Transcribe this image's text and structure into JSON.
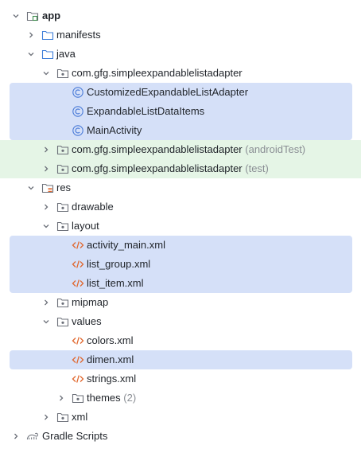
{
  "tree": {
    "app": "app",
    "manifests": "manifests",
    "java": "java",
    "pkg_main": "com.gfg.simpleexpandablelistadapter",
    "class_1": "CustomizedExpandableListAdapter",
    "class_2": "ExpandableListDataItems",
    "class_3": "MainActivity",
    "pkg_android_test": "com.gfg.simpleexpandablelistadapter",
    "pkg_android_test_suffix": "(androidTest)",
    "pkg_test": "com.gfg.simpleexpandablelistadapter",
    "pkg_test_suffix": "(test)",
    "res": "res",
    "drawable": "drawable",
    "layout": "layout",
    "layout_file_1": "activity_main.xml",
    "layout_file_2": "list_group.xml",
    "layout_file_3": "list_item.xml",
    "mipmap": "mipmap",
    "values": "values",
    "values_file_1": "colors.xml",
    "values_file_2": "dimen.xml",
    "values_file_3": "strings.xml",
    "themes": "themes",
    "themes_count": "(2)",
    "xml": "xml",
    "gradle": "Gradle Scripts"
  },
  "colors": {
    "selection": "#d5e0f8",
    "test_source": "#e5f5e6",
    "xml_icon": "#e0662c",
    "class_icon": "#4a7bd8",
    "folder_icon": "#6c7079"
  }
}
